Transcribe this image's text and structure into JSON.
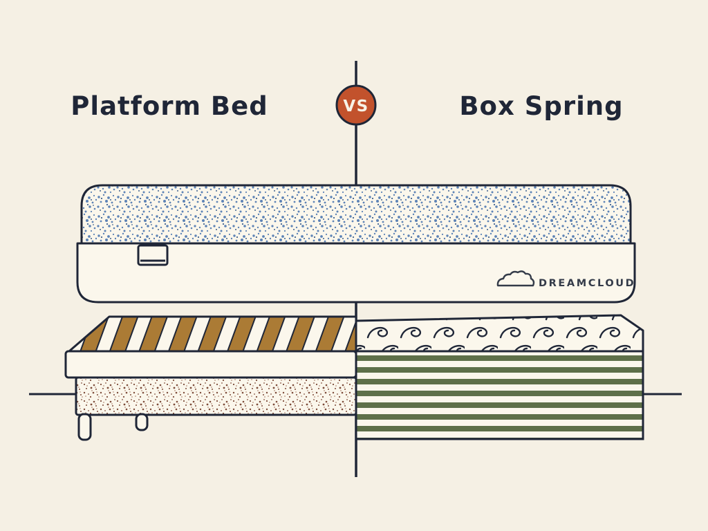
{
  "header": {
    "left_title": "Platform Bed",
    "vs_label": "VS",
    "right_title": "Box Spring"
  },
  "brand": {
    "name": "DREAMCLOUD"
  },
  "diagram": {
    "left_subject": "platform-bed-base-with-wood-slats",
    "right_subject": "box-spring-base-with-coil-springs",
    "shared_object": "mattress"
  },
  "colors": {
    "background": "#f5f0e4",
    "ink": "#1f2637",
    "vs_badge": "#c2522c",
    "vs_text": "#f7f2e6",
    "mattress_speckle_blue": "#5d83b6",
    "slat_wood_brown": "#ab7b35",
    "platform_base_speckle": "#7d4b39",
    "box_spring_green": "#5e7049",
    "surface_cream": "#fbf7ec",
    "brand_text": "#343b49"
  }
}
